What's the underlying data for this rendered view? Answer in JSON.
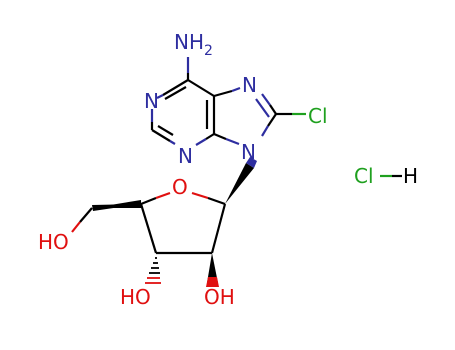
{
  "molecule": {
    "atom_labels": {
      "amine": "NH",
      "amine_subscript": "2",
      "n1": "N",
      "n3": "N",
      "n7": "N",
      "n9": "N",
      "c8_chloro": "Cl",
      "ring_oxygen": "O",
      "hydroxyl_5prime": "HO",
      "hydroxyl_3prime": "HO",
      "hydroxyl_2prime": "OH"
    },
    "counterion": {
      "chlorine": "Cl",
      "hydrogen": "H"
    }
  },
  "colors": {
    "carbon_bond": "#000000",
    "nitrogen": "#2e2ea0",
    "oxygen": "#e01010",
    "chlorine": "#1fa01f"
  }
}
